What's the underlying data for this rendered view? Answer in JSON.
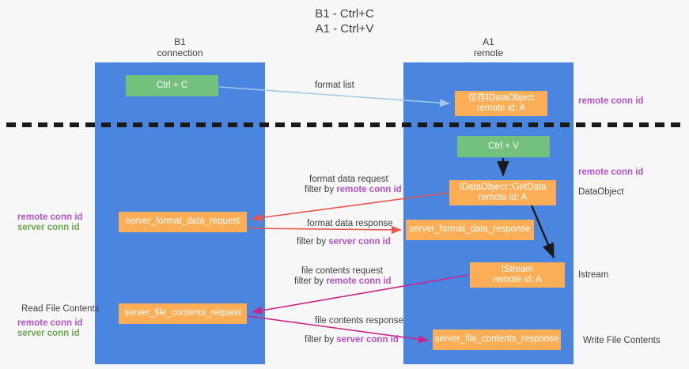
{
  "title": {
    "line1": "B1 - Ctrl+C",
    "line2": "A1 - Ctrl+V"
  },
  "lanes": [
    {
      "id": "b1",
      "line1": "B1",
      "line2": "connection",
      "color": "#4a86e0"
    },
    {
      "id": "a1",
      "line1": "A1",
      "line2": "remote",
      "color": "#4a86e0"
    }
  ],
  "nodes": {
    "ctrl_c": {
      "line1": "Ctrl + C",
      "color": "#73c17d"
    },
    "data_object": {
      "line1": "仅存IDataObject",
      "line2": "remote id: A",
      "color": "#fbae56"
    },
    "ctrl_v": {
      "line1": "Ctrl + V",
      "color": "#73c17d"
    },
    "get_data": {
      "line1": "IDataObject::GetData",
      "line2": "remote id: A",
      "color": "#fbae56"
    },
    "server_format_data_request": {
      "line1": "server_format_data_request",
      "color": "#fbae56"
    },
    "server_format_data_response": {
      "line1": "server_format_data_response",
      "color": "#fbae56"
    },
    "istream": {
      "line1": "IStream",
      "line2": "remote id: A",
      "color": "#fbae56"
    },
    "server_file_contents_request": {
      "line1": "server_file_contents_request",
      "color": "#fbae56"
    },
    "server_file_contents_response": {
      "line1": "server_file_contents_response",
      "color": "#fbae56"
    }
  },
  "edge_labels": {
    "format_list": "format list",
    "format_data_request": "format data request",
    "filter_by_prefix": "filter by ",
    "remote_conn_id": "remote conn id",
    "server_conn_id": "server conn id",
    "format_data_response": "format data response",
    "file_contents_request": "file contents request",
    "file_contents_response": "file contents response"
  },
  "annotations": {
    "right_remote_conn_id_top": "remote conn id",
    "right_remote_conn_id_mid": "remote conn id",
    "data_object_label": "DataObject",
    "istream_label": "Istream",
    "write_file_contents": "Write File Contents",
    "left_remote_conn_id_mid": "remote conn id",
    "left_server_conn_id_mid": "server conn id",
    "read_file_contents": "Read File Contents",
    "left_remote_conn_id_bottom": "remote conn id",
    "left_server_conn_id_bottom": "server conn id"
  },
  "colors": {
    "lane": "#4a86e0",
    "green_box": "#73c17d",
    "orange_box": "#fbae56",
    "purple_text": "#b551c8",
    "green_text": "#6aa84f",
    "red_arrow": "#e8564a",
    "magenta_arrow": "#cc2288",
    "light_blue_arrow": "#9fc7e8",
    "black_arrow": "#1a1a1a",
    "background": "#f7f7f7"
  }
}
